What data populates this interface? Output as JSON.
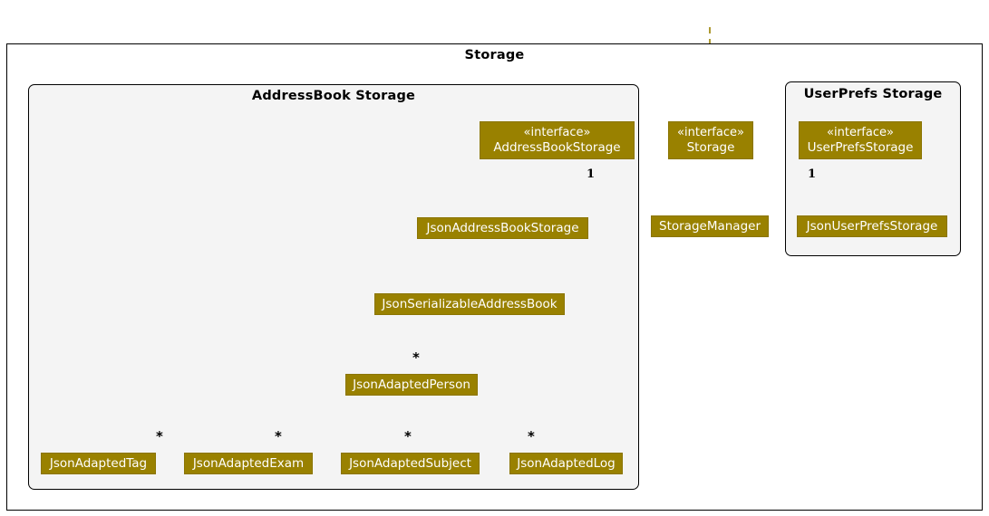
{
  "diagram": {
    "title": "Storage",
    "accent_color": "#998100",
    "package_fill": "#f4f4f4",
    "outer_fill": "#ffffff",
    "border_color": "#000000",
    "text_color": "#ffffff"
  },
  "packages": [
    {
      "id": "storage",
      "label": "Storage"
    },
    {
      "id": "addressbook_storage",
      "label": "AddressBook Storage"
    },
    {
      "id": "userprefs_storage",
      "label": "UserPrefs Storage"
    }
  ],
  "classes": [
    {
      "id": "address_book_storage",
      "stereotype": "«interface»",
      "name": "AddressBookStorage"
    },
    {
      "id": "storage_interface",
      "stereotype": "«interface»",
      "name": "Storage"
    },
    {
      "id": "user_prefs_storage",
      "stereotype": "«interface»",
      "name": "UserPrefsStorage"
    },
    {
      "id": "json_address_book_storage",
      "stereotype": "",
      "name": "JsonAddressBookStorage"
    },
    {
      "id": "storage_manager",
      "stereotype": "",
      "name": "StorageManager"
    },
    {
      "id": "json_user_prefs_storage",
      "stereotype": "",
      "name": "JsonUserPrefsStorage"
    },
    {
      "id": "json_serializable_address_book",
      "stereotype": "",
      "name": "JsonSerializableAddressBook"
    },
    {
      "id": "json_adapted_person",
      "stereotype": "",
      "name": "JsonAdaptedPerson"
    },
    {
      "id": "json_adapted_tag",
      "stereotype": "",
      "name": "JsonAdaptedTag"
    },
    {
      "id": "json_adapted_exam",
      "stereotype": "",
      "name": "JsonAdaptedExam"
    },
    {
      "id": "json_adapted_subject",
      "stereotype": "",
      "name": "JsonAdaptedSubject"
    },
    {
      "id": "json_adapted_log",
      "stereotype": "",
      "name": "JsonAdaptedLog"
    }
  ],
  "multiplicities": [
    {
      "id": "m_abs_one",
      "label": "1"
    },
    {
      "id": "m_ups_one",
      "label": "1"
    },
    {
      "id": "m_person_star",
      "label": "*"
    },
    {
      "id": "m_tag_star",
      "label": "*"
    },
    {
      "id": "m_exam_star",
      "label": "*"
    },
    {
      "id": "m_subject_star",
      "label": "*"
    },
    {
      "id": "m_log_star",
      "label": "*"
    }
  ],
  "relationships": [
    {
      "id": "r_storage_to_abs",
      "from": "storage_interface",
      "to": "address_book_storage",
      "type": "generalization"
    },
    {
      "id": "r_storage_to_ups",
      "from": "storage_interface",
      "to": "user_prefs_storage",
      "type": "generalization"
    },
    {
      "id": "r_manager_to_storage",
      "from": "storage_manager",
      "to": "storage_interface",
      "type": "realization"
    },
    {
      "id": "r_manager_to_abs",
      "from": "storage_manager",
      "to": "address_book_storage",
      "type": "association",
      "multiplicity": "1"
    },
    {
      "id": "r_manager_to_ups",
      "from": "storage_manager",
      "to": "user_prefs_storage",
      "type": "association",
      "multiplicity": "1"
    },
    {
      "id": "r_jabs_to_abs",
      "from": "json_address_book_storage",
      "to": "address_book_storage",
      "type": "realization"
    },
    {
      "id": "r_jups_to_ups",
      "from": "json_user_prefs_storage",
      "to": "user_prefs_storage",
      "type": "realization"
    },
    {
      "id": "r_jabs_to_jsab",
      "from": "json_address_book_storage",
      "to": "json_serializable_address_book",
      "type": "dependency"
    },
    {
      "id": "r_jsab_to_person",
      "from": "json_serializable_address_book",
      "to": "json_adapted_person",
      "type": "association",
      "multiplicity": "*"
    },
    {
      "id": "r_person_to_tag",
      "from": "json_adapted_person",
      "to": "json_adapted_tag",
      "type": "association",
      "multiplicity": "*"
    },
    {
      "id": "r_person_to_exam",
      "from": "json_adapted_person",
      "to": "json_adapted_exam",
      "type": "association",
      "multiplicity": "*"
    },
    {
      "id": "r_person_to_subject",
      "from": "json_adapted_person",
      "to": "json_adapted_subject",
      "type": "association",
      "multiplicity": "*"
    },
    {
      "id": "r_person_to_log",
      "from": "json_adapted_person",
      "to": "json_adapted_log",
      "type": "association",
      "multiplicity": "*"
    },
    {
      "id": "r_external_to_storage",
      "from": "external",
      "to": "storage_interface",
      "type": "dependency"
    }
  ]
}
